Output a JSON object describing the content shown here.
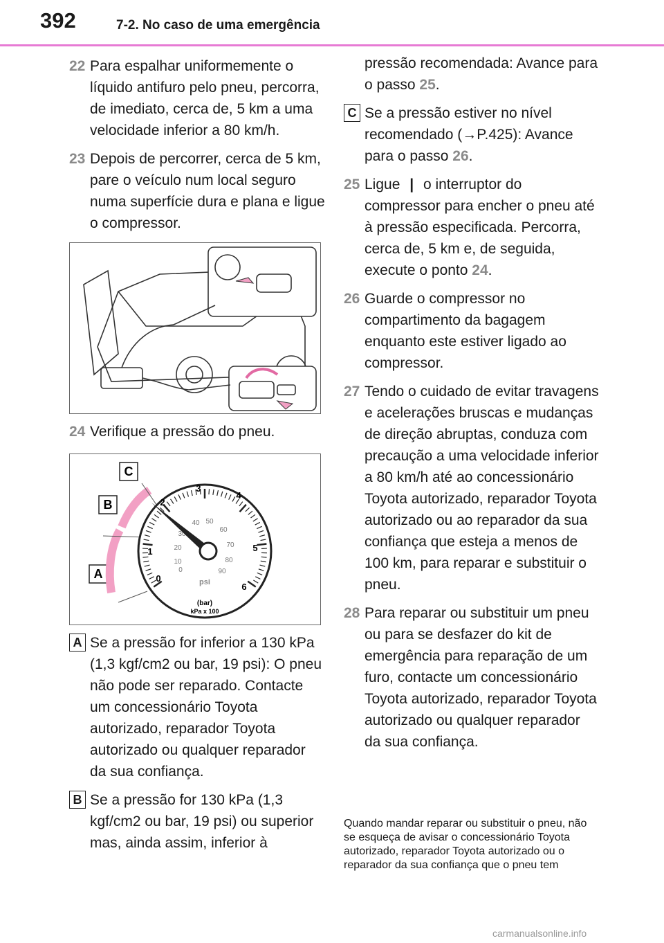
{
  "header": {
    "page_number": "392",
    "section_title": "7-2. No caso de uma emergência"
  },
  "left": {
    "step22": {
      "num": "22",
      "text": "Para espalhar uniformemente o líquido antifuro pelo pneu, percorra, de imediato, cerca de, 5 km a uma velocidade inferior a 80 km/h."
    },
    "step23": {
      "num": "23",
      "text": "Depois de percorrer, cerca de 5 km, pare o veículo num local seguro numa superfície dura e plana e ligue o compressor."
    },
    "step24": {
      "num": "24",
      "text": "Verifique a pressão do pneu."
    },
    "noteA": {
      "label": "A",
      "text": "Se a pressão for inferior a 130 kPa (1,3 kgf/cm2 ou bar, 19 psi): O pneu não pode ser reparado. Contacte um concessionário Toyota autorizado, reparador Toyota autorizado ou qualquer reparador da sua confiança."
    },
    "noteB": {
      "label": "B",
      "text_before": "Se a pressão for 130 kPa (1,3 kgf/cm2 ou bar, 19 psi) ou superior mas, ainda assim, inferior à"
    }
  },
  "gauge": {
    "labels": {
      "a": "A",
      "b": "B",
      "c": "C"
    },
    "bar_ticks": [
      "0",
      "1",
      "2",
      "3",
      "4",
      "5",
      "6"
    ],
    "psi_ticks": [
      "0",
      "10",
      "20",
      "30",
      "40",
      "50",
      "60",
      "70",
      "80",
      "90"
    ],
    "psi_unit": "psi",
    "bar_unit": "(bar)",
    "kpa_unit": "kPa x 100"
  },
  "right": {
    "noteB_cont": {
      "text_before": "pressão recomendada: Avance para o passo ",
      "ref": "25",
      "text_after": "."
    },
    "noteC": {
      "label": "C",
      "text_before": "Se a pressão estiver no nível recomendado (→P.425): Avance para o passo ",
      "ref": "26",
      "text_after": "."
    },
    "step25": {
      "num": "25",
      "text_before": "Ligue ",
      "switch": "|",
      "text_mid": " o interruptor do compressor para encher o pneu até à pressão especificada. Percorra, cerca de, 5 km e, de seguida, execute o ponto ",
      "ref": "24",
      "text_after": "."
    },
    "step26": {
      "num": "26",
      "text": "Guarde o compressor no compartimento da bagagem enquanto este estiver ligado ao compressor."
    },
    "step27": {
      "num": "27",
      "text": "Tendo o cuidado de evitar travagens e acelerações bruscas e mudanças de direção abruptas, conduza com precaução a uma velocidade inferior a 80 km/h até ao concessionário Toyota autorizado, reparador Toyota autorizado ou ao reparador da sua confiança que esteja a menos de 100 km, para reparar e substituir o pneu."
    },
    "step28": {
      "num": "28",
      "text": "Para reparar ou substituir um pneu ou para se desfazer do kit de emergência para reparação de um furo, contacte um concessionário Toyota autorizado, reparador Toyota autorizado ou qualquer reparador da sua confiança."
    },
    "footer_note": "Quando mandar reparar ou substituir o pneu, não se esqueça de avisar o concessionário Toyota autorizado, reparador Toyota autorizado ou o reparador da sua confiança que o pneu tem"
  },
  "watermark": "carmanualsonline.info",
  "colors": {
    "accent_rule": "#e77ad4",
    "step_number": "#8a8a8a",
    "arrow_pink": "#f2a0c4"
  }
}
